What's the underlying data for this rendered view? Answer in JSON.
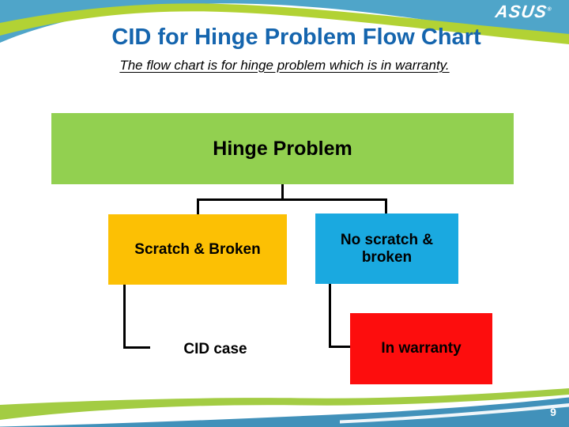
{
  "slide": {
    "title": "CID for Hinge Problem Flow Chart",
    "subtitle": "The flow chart is for hinge problem which is in warranty.",
    "page_number": "9"
  },
  "logo": {
    "text": "ASUS",
    "registered": "®"
  },
  "flowchart": {
    "root_label": "Hinge Problem",
    "left_label": "Scratch & Broken",
    "right_label": "No scratch & broken",
    "left_result_label": "CID case",
    "right_result_label": "In warranty"
  },
  "colors": {
    "title_text": "#1565ae",
    "root_box": "#92d050",
    "left_box": "#fcc004",
    "right_box": "#1aa9e0",
    "result_box": "#fd0d0d",
    "header_blue": "#4fa5c9",
    "swoosh_green": "#b2d234",
    "footer_green": "#a3cc43",
    "footer_blue": "#4191ba"
  }
}
